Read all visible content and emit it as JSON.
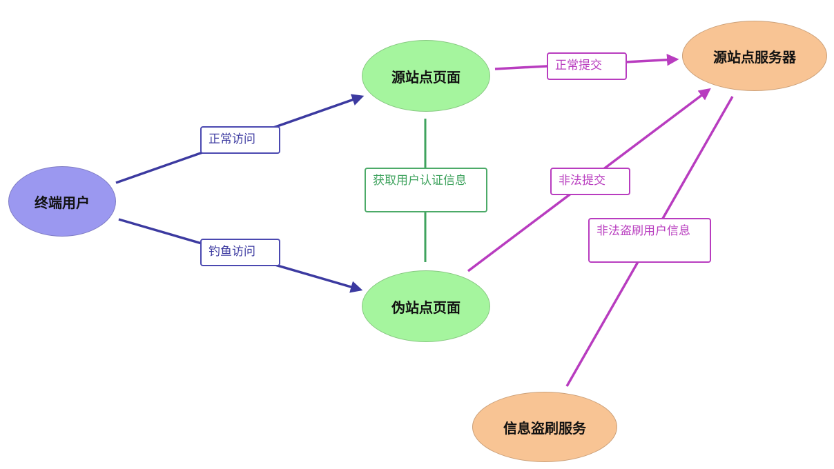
{
  "colors": {
    "user_node": "#9b98f0",
    "page_node": "#a5f59e",
    "server_node": "#f8c494",
    "blue_edge": "#3c3aa0",
    "purple_edge": "#b83cbf",
    "green_edge": "#3fa35e"
  },
  "nodes": {
    "terminal_user": "终端用户",
    "source_page": "源站点页面",
    "fake_page": "伪站点页面",
    "source_server": "源站点服务器",
    "info_theft_service": "信息盗刷服务"
  },
  "edges": {
    "normal_access": "正常访问",
    "phishing_access": "钓鱼访问",
    "get_credentials": "获取用户认证信息",
    "normal_submit": "正常提交",
    "illegal_submit": "非法提交",
    "illegal_theft": "非法盗刷用户信息"
  }
}
